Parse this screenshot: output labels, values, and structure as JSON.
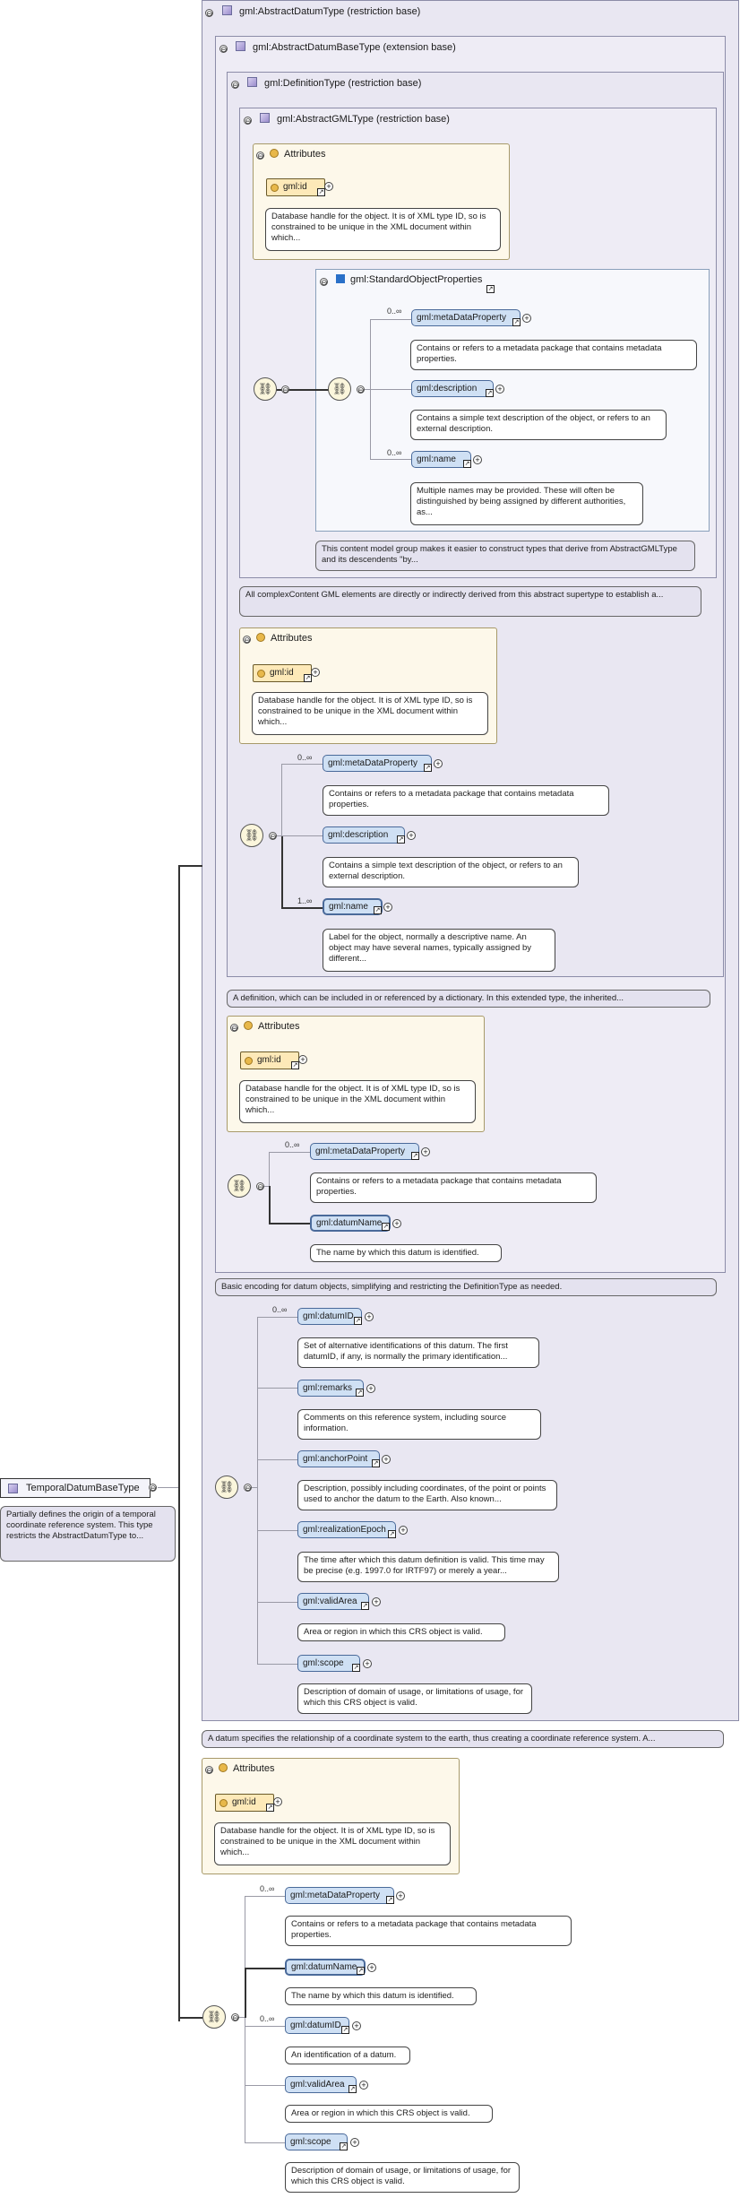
{
  "root": {
    "name": "TemporalDatumBaseType",
    "doc": "Partially defines the origin of a temporal coordinate reference system. This type restricts the AbstractDatumType to..."
  },
  "containers": {
    "abstract_datum": "gml:AbstractDatumType (restriction base)",
    "abstract_datum_base": "gml:AbstractDatumBaseType (extension base)",
    "definition": "gml:DefinitionType (restriction base)",
    "abstract_gml": "gml:AbstractGMLType (restriction base)",
    "std_obj_props": "gml:StandardObjectProperties"
  },
  "attributes_label": "Attributes",
  "attr_id": {
    "name": "gml:id",
    "doc": "Database handle for the object. It is of XML type ID, so is constrained to be unique in the XML document within which..."
  },
  "cards": {
    "zero_inf": "0..∞",
    "one_inf": "1..∞"
  },
  "elements": {
    "metaDataProperty": {
      "name": "gml:metaDataProperty",
      "doc": "Contains or refers to a metadata package that contains metadata properties."
    },
    "description": {
      "name": "gml:description",
      "doc": "Contains a simple text description of the object, or refers to an external description."
    },
    "name_sop": {
      "name": "gml:name",
      "doc": "Multiple names may be provided. These will often be distinguished by being assigned by different authorities, as..."
    },
    "name_def": {
      "name": "gml:name",
      "doc": "Label for the object, normally a descriptive name. An object may have several names, typically assigned by different..."
    },
    "datumName": {
      "name": "gml:datumName",
      "doc": "The name by which this datum is identified."
    },
    "datumID": {
      "name": "gml:datumID",
      "doc": "Set of alternative identifications of this datum. The first datumID, if any, is normally the primary identification..."
    },
    "remarks": {
      "name": "gml:remarks",
      "doc": "Comments on this reference system, including source information."
    },
    "anchorPoint": {
      "name": "gml:anchorPoint",
      "doc": "Description, possibly including coordinates, of the point or points used to anchor the datum to the Earth. Also known..."
    },
    "realizationEpoch": {
      "name": "gml:realizationEpoch",
      "doc": "The time after which this datum definition is valid. This time may be precise (e.g. 1997.0 for IRTF97) or merely a year..."
    },
    "validArea": {
      "name": "gml:validArea",
      "doc": "Area or region in which this CRS object is valid."
    },
    "scope": {
      "name": "gml:scope",
      "doc": "Description of domain of usage, or limitations of usage, for which this CRS object is valid."
    },
    "datumID_final": {
      "name": "gml:datumID",
      "doc": "An identification of a datum."
    }
  },
  "notes": {
    "sop": "This content model group makes it easier to construct types that derive from AbstractGMLType and its descendents \"by...",
    "abstract_gml": "All complexContent GML elements are directly or indirectly derived from this abstract supertype to establish a...",
    "definition": "A definition, which can be included in or referenced by a dictionary. In this extended type, the inherited...",
    "abstract_datum_base": "Basic encoding for datum objects, simplifying and restricting the DefinitionType as needed.",
    "abstract_datum": "A datum specifies the relationship of a coordinate system to the earth, thus creating a coordinate reference system. A..."
  },
  "icons": {
    "toggle": "⊖",
    "plus": "+",
    "sequence": "⛓",
    "ref": "↗"
  }
}
